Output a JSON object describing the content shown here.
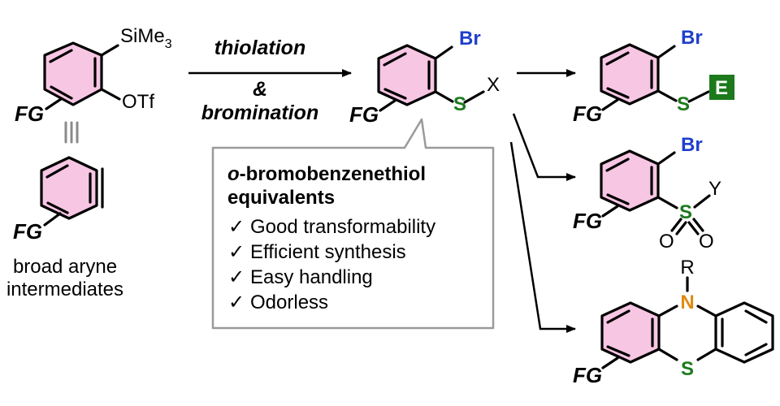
{
  "colors": {
    "ring_fill": "#f7c6e3",
    "bromine": "#1f3fcc",
    "sulfur": "#1c7a1c",
    "nitrogen": "#e08a12",
    "ampersand": "#8b1a1a",
    "check": "#8b1a1a",
    "electrophile_bg": "#1c7a1c",
    "electrophile_text": "#ffffff",
    "box_border": "#9a9a9a",
    "triple_bond_gray": "#8a8a8a"
  },
  "precursor": {
    "silyl_main": "SiMe",
    "silyl_sub": "3",
    "triflate": "OTf",
    "fg": "FG"
  },
  "aryne": {
    "fg": "FG",
    "caption_line1": "broad aryne",
    "caption_line2": "intermediates"
  },
  "reaction": {
    "step1": "thiolation",
    "ampersand": "&",
    "step2": "bromination"
  },
  "intermediate": {
    "br": "Br",
    "s": "S",
    "x": "X",
    "fg": "FG"
  },
  "infobox": {
    "title_prefix": "o",
    "title_rest": "-bromobenzenethiol",
    "title_line2": "equivalents",
    "check_glyph": "✓",
    "features": [
      "Good transformability",
      "Efficient synthesis",
      "Easy handling",
      "Odorless"
    ]
  },
  "product_thioether": {
    "br": "Br",
    "s": "S",
    "e": "E",
    "fg": "FG"
  },
  "product_sulfonyl": {
    "br": "Br",
    "s": "S",
    "y": "Y",
    "o1": "O",
    "o2": "O",
    "fg": "FG"
  },
  "product_phenothiazine": {
    "r": "R",
    "n": "N",
    "s": "S",
    "fg": "FG"
  }
}
